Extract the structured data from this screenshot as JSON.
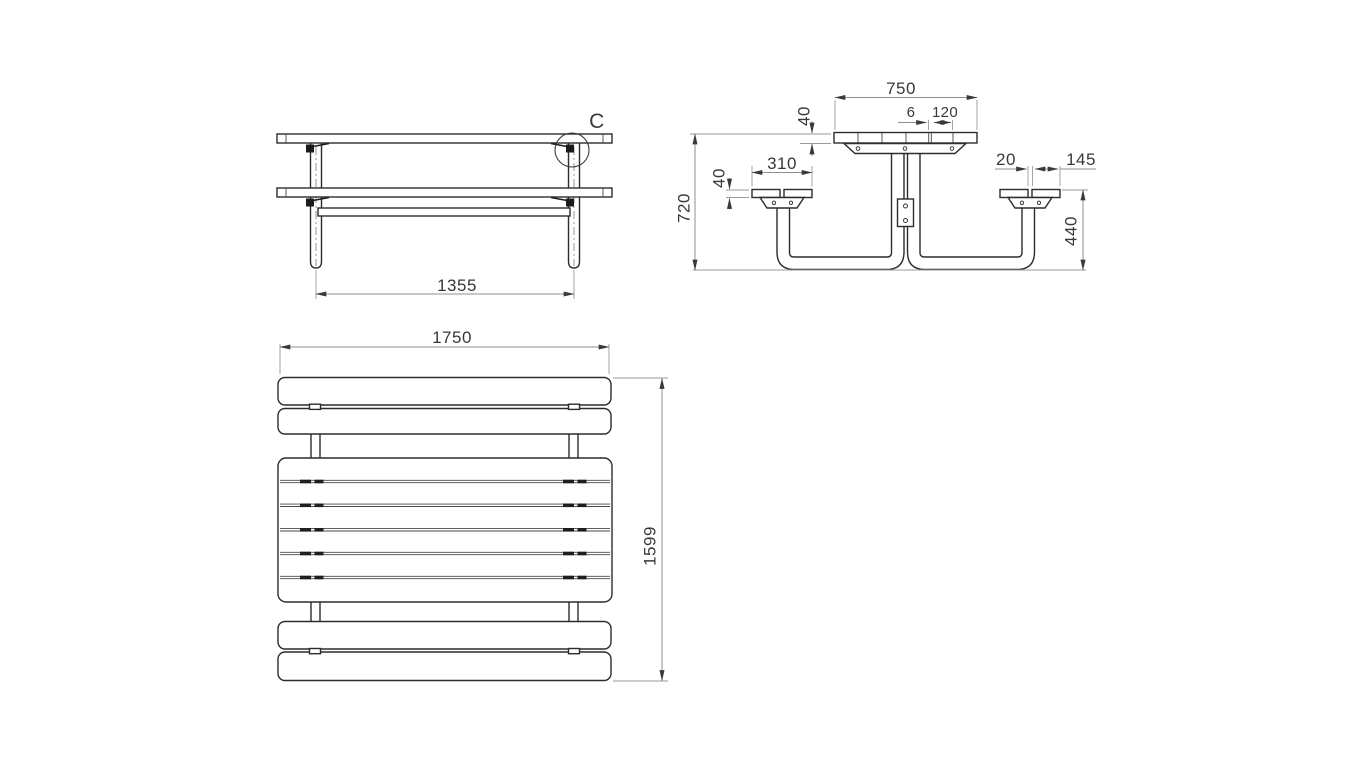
{
  "drawing": {
    "background": "#ffffff",
    "line_color": "#2c2c2c",
    "dimension_line_color": "#8f8f8f",
    "text_color": "#383838",
    "views": {
      "front": {
        "detail_label": "C",
        "dims": {
          "leg_spacing": "1355"
        }
      },
      "end": {
        "dims": {
          "table_top_width": "750",
          "table_top_thickness": "40",
          "top_slat_gap": "6",
          "top_slat_width": "120",
          "seat_width": "310",
          "seat_thickness": "40",
          "seat_slat_gap": "20",
          "seat_slat_width": "145",
          "overall_height": "720",
          "seat_height": "440"
        }
      },
      "plan": {
        "dims": {
          "overall_length": "1750",
          "overall_width": "1599"
        }
      }
    }
  }
}
